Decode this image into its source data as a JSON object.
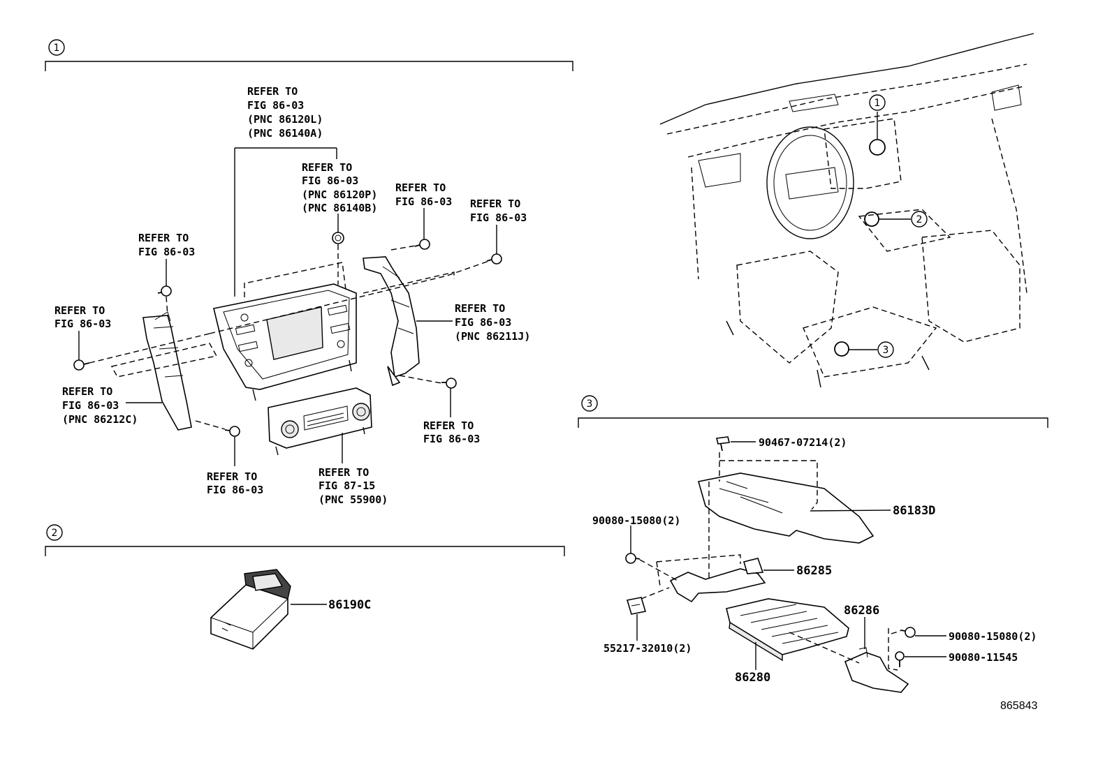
{
  "sections": [
    {
      "number": "1",
      "callouts": [
        {
          "lines": [
            "REFER TO",
            "FIG 86-03",
            "(PNC 86120L)",
            "(PNC 86140A)"
          ]
        },
        {
          "lines": [
            "REFER TO",
            "FIG 86-03",
            "(PNC 86120P)",
            "(PNC 86140B)"
          ]
        },
        {
          "lines": [
            "REFER TO",
            "FIG 86-03"
          ]
        },
        {
          "lines": [
            "REFER TO",
            "FIG 86-03"
          ]
        },
        {
          "lines": [
            "REFER TO",
            "FIG 86-03"
          ]
        },
        {
          "lines": [
            "REFER TO",
            "FIG 86-03"
          ]
        },
        {
          "lines": [
            "REFER TO",
            "FIG 86-03",
            "(PNC 86211J)"
          ]
        },
        {
          "lines": [
            "REFER TO",
            "FIG 86-03",
            "(PNC 86212C)"
          ]
        },
        {
          "lines": [
            "REFER TO",
            "FIG 86-03"
          ]
        },
        {
          "lines": [
            "REFER TO",
            "FIG 86-03"
          ]
        },
        {
          "lines": [
            "REFER TO",
            "FIG 87-15",
            "(PNC 55900)"
          ]
        }
      ]
    },
    {
      "number": "2",
      "parts": [
        {
          "pn": "86190C"
        }
      ]
    },
    {
      "number": "3",
      "parts": [
        {
          "pn": "90467-07214(2)"
        },
        {
          "pn": "86183D"
        },
        {
          "pn": "90080-15080(2)"
        },
        {
          "pn": "86285"
        },
        {
          "pn": "86286"
        },
        {
          "pn": "90080-15080(2)"
        },
        {
          "pn": "90080-11545"
        },
        {
          "pn": "55217-32010(2)"
        },
        {
          "pn": "86280"
        }
      ]
    }
  ],
  "overview": {
    "locators": [
      "1",
      "2",
      "3"
    ]
  },
  "figure_id": "865843"
}
